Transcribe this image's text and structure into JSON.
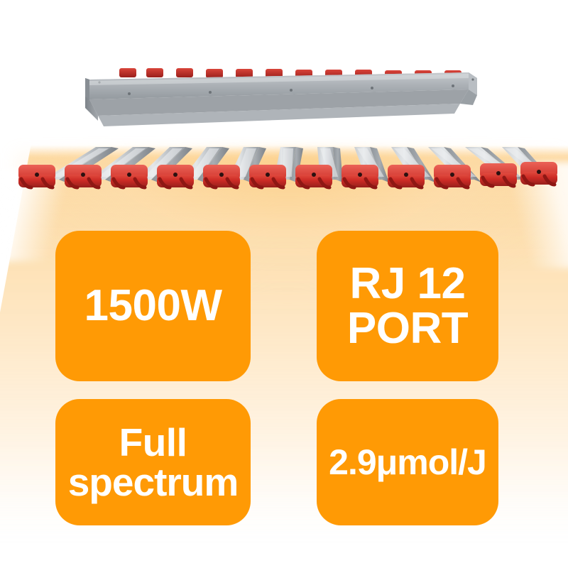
{
  "product": {
    "type": "led-grow-light-bar-fixture",
    "bar_count": 12,
    "end_cap_count": 12,
    "top_clip_count": 12,
    "colors": {
      "badge_orange": "#FF9A05",
      "badge_text": "#FFFFFF",
      "light_glow": "#FDE3BC",
      "bar_metal_light": "#D6D9DC",
      "bar_metal_mid": "#A9AEB3",
      "bar_metal_dark": "#83898F",
      "end_cap_red": "#CE2A25",
      "end_cap_red_dark": "#8E1714",
      "header_gray": "#A7ACB1",
      "background": "#FFFFFF"
    }
  },
  "badges": [
    {
      "id": "power",
      "label": "1500W",
      "lines": [
        "1500W"
      ]
    },
    {
      "id": "port",
      "label": "RJ 12 PORT",
      "lines": [
        "RJ 12",
        "PORT"
      ]
    },
    {
      "id": "spectrum",
      "label": "Full spectrum",
      "lines": [
        "Full",
        "spectrum"
      ]
    },
    {
      "id": "ppe",
      "label": "2.9μmol/J",
      "lines": [
        "2.9μmol/J"
      ]
    }
  ],
  "badge_power": {
    "line1": "1500W"
  },
  "badge_port": {
    "line1": "RJ 12",
    "line2": "PORT"
  },
  "badge_spectrum": {
    "line1": "Full",
    "line2": "spectrum"
  },
  "badge_ppe": {
    "line1": "2.9μmol/J"
  }
}
